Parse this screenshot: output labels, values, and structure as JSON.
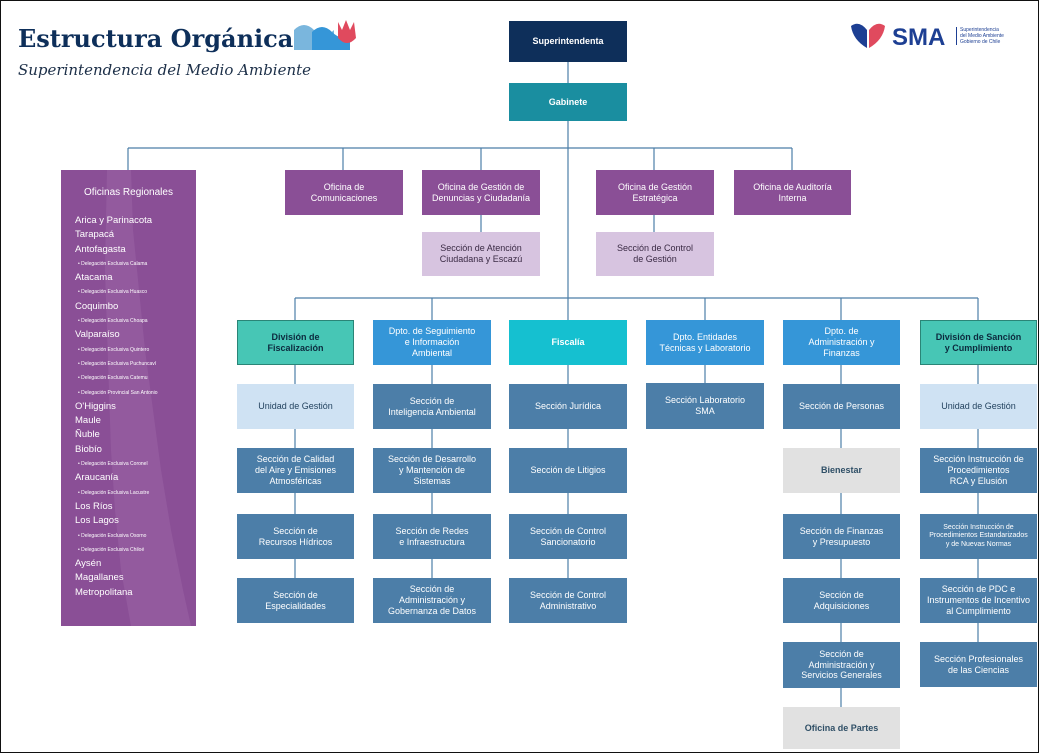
{
  "header": {
    "title": "Estructura Orgánica",
    "subtitle": "Superintendencia del Medio Ambiente"
  },
  "logo": {
    "name": "SMA",
    "tagline": "Superintendencia\ndel Medio Ambiente\nGobierno de Chile",
    "icon": "heart-logo-icon"
  },
  "colors": {
    "dark_navy": "#0e2f5a",
    "teal": "#1a8ea0",
    "purple": "#8a4f96",
    "lilac": "#d7c4e0",
    "blue": "#3596d8",
    "cyan": "#15c0d0",
    "green": "#47c6b5",
    "steel": "#4c7ea8",
    "pale_blue": "#cfe2f3",
    "gray": "#e1e1e1",
    "connector": "#4c7ea8"
  },
  "top": {
    "superintendenta": "Superintendenta",
    "gabinete": "Gabinete"
  },
  "offices": {
    "comunicaciones": "Oficina de\nComunicaciones",
    "denuncias": "Oficina de Gestión de\nDenuncias y Ciudadanía",
    "atencion": "Sección de Atención\nCiudadana y Escazú",
    "estrategica": "Oficina de Gestión\nEstratégica",
    "control_gestion": "Sección de Control\nde Gestión",
    "auditoria": "Oficina de Auditoría\nInterna"
  },
  "regional": {
    "title": "Oficinas Regionales",
    "items": [
      {
        "label": "Arica y Parinacota",
        "sub": false
      },
      {
        "label": "Tarapacá",
        "sub": false
      },
      {
        "label": "Antofagasta",
        "sub": false
      },
      {
        "label": "Delegación Exclusiva Calama",
        "sub": true
      },
      {
        "label": "Atacama",
        "sub": false
      },
      {
        "label": "Delegación Exclusiva Huasco",
        "sub": true
      },
      {
        "label": "Coquimbo",
        "sub": false
      },
      {
        "label": "Delegación Exclusiva Choapa",
        "sub": true
      },
      {
        "label": "Valparaíso",
        "sub": false
      },
      {
        "label": "Delegación Exclusiva Quintero",
        "sub": true
      },
      {
        "label": "Delegación Exclusiva Puchuncaví",
        "sub": true
      },
      {
        "label": "Delegación Exclusiva Catemu",
        "sub": true
      },
      {
        "label": "Delegación Provincial San Antonio",
        "sub": true
      },
      {
        "label": "O'Higgins",
        "sub": false
      },
      {
        "label": "Maule",
        "sub": false
      },
      {
        "label": "Ñuble",
        "sub": false
      },
      {
        "label": "Biobío",
        "sub": false
      },
      {
        "label": "Delegación Exclusiva Coronel",
        "sub": true
      },
      {
        "label": "Araucanía",
        "sub": false
      },
      {
        "label": "Delegación Exclusiva Lacustre",
        "sub": true
      },
      {
        "label": "Los Ríos",
        "sub": false
      },
      {
        "label": "Los Lagos",
        "sub": false
      },
      {
        "label": "Delegación Exclusiva Osorno",
        "sub": true
      },
      {
        "label": "Delegación Exclusiva Chiloé",
        "sub": true
      },
      {
        "label": "Aysén",
        "sub": false
      },
      {
        "label": "Magallanes",
        "sub": false
      },
      {
        "label": "Metropolitana",
        "sub": false
      }
    ]
  },
  "divisions": {
    "fiscalizacion": {
      "head": "División de\nFiscalización",
      "items": [
        "Unidad de Gestión",
        "Sección de Calidad\ndel Aire y Emisiones\nAtmosféricas",
        "Sección de\nRecursos Hídricos",
        "Sección de\nEspecialidades"
      ]
    },
    "seguimiento": {
      "head": "Dpto. de Seguimiento\ne Información\nAmbiental",
      "items": [
        "Sección de\nInteligencia Ambiental",
        "Sección de Desarrollo\ny Mantención de\nSistemas",
        "Sección de Redes\ne Infraestructura",
        "Sección de\nAdministración y\nGobernanza de Datos"
      ]
    },
    "fiscalia": {
      "head": "Fiscalía",
      "items": [
        "Sección Jurídica",
        "Sección de Litigios",
        "Sección de Control\nSancionatorio",
        "Sección de Control\nAdministrativo"
      ]
    },
    "entidades": {
      "head": "Dpto. Entidades\nTécnicas y Laboratorio",
      "items": [
        "Sección Laboratorio\nSMA"
      ]
    },
    "administracion": {
      "head": "Dpto. de\nAdministración y\nFinanzas",
      "items": [
        "Sección de Personas",
        "Bienestar",
        "Sección de Finanzas\ny Presupuesto",
        "Sección de\nAdquisiciones",
        "Sección de\nAdministración y\nServicios Generales",
        "Oficina de Partes"
      ]
    },
    "sancion": {
      "head": "División de Sanción\ny Cumplimiento",
      "items": [
        "Unidad de Gestión",
        "Sección Instrucción de\nProcedimientos\nRCA y Elusión",
        "Sección Instrucción de\nProcedimientos Estandarizados\ny de Nuevas Normas",
        "Sección de PDC e\nInstrumentos de Incentivo\nal Cumplimiento",
        "Sección Profesionales\nde las Ciencias"
      ]
    }
  }
}
